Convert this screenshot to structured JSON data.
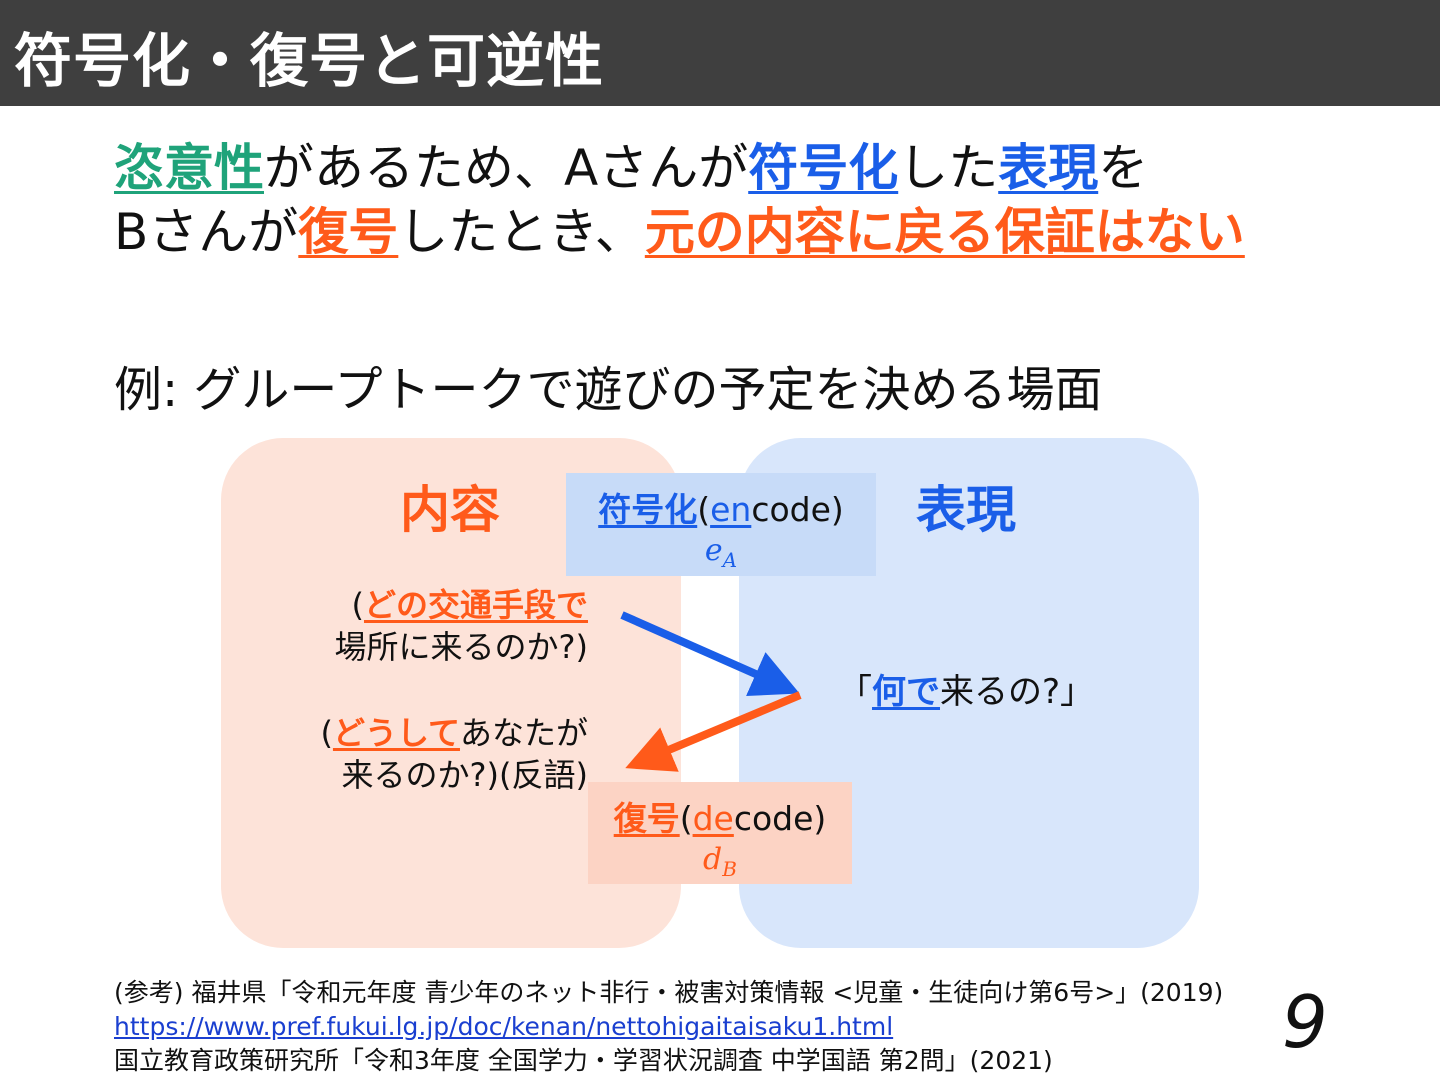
{
  "title": "符号化・復号と可逆性",
  "headline": {
    "line1": [
      {
        "text": "恣意性",
        "style": "green"
      },
      {
        "text": "があるため、Aさんが",
        "style": "plain"
      },
      {
        "text": "符号化",
        "style": "blue"
      },
      {
        "text": "した",
        "style": "plain"
      },
      {
        "text": "表現",
        "style": "blue"
      },
      {
        "text": "を",
        "style": "plain"
      }
    ],
    "line2": [
      {
        "text": "Bさんが",
        "style": "plain"
      },
      {
        "text": "復号",
        "style": "orange"
      },
      {
        "text": "したとき、",
        "style": "plain"
      },
      {
        "text": "元の内容に戻る保証はない",
        "style": "orange"
      }
    ]
  },
  "example": "例: グループトークで遊びの予定を決める場面",
  "diagram": {
    "content_title": "内容",
    "expression_title": "表現",
    "encode": {
      "label": "符号化",
      "paren_open": "(",
      "en": "en",
      "code": "code)",
      "symbol": "e",
      "symbol_sub": "A"
    },
    "decode": {
      "label": "復号",
      "paren_open": "(",
      "de": "de",
      "code": "code)",
      "symbol": "d",
      "symbol_sub": "B"
    },
    "meaning1": {
      "paren": "(",
      "highlight": "どの交通手段で",
      "line2": "場所に来るのか?)"
    },
    "meaning2": {
      "paren": "(",
      "highlight": "どうして",
      "rest": "あなたが",
      "line2": "来るのか?)(反語)"
    },
    "expression": {
      "open": "「",
      "highlight": "何で",
      "rest": "来るの?」"
    }
  },
  "colors": {
    "green": "#1fa37a",
    "blue": "#1a5ee8",
    "orange": "#ff5a1a",
    "title_bar": "#3f3f3f",
    "content_panel": "#fde3d9",
    "expression_panel": "#d8e6fb"
  },
  "references": {
    "line1": "(参考) 福井県「令和元年度 青少年のネット非行・被害対策情報 <児童・生徒向け第6号>」(2019)",
    "link": "https://www.pref.fukui.lg.jp/doc/kenan/nettohigaitaisaku1.html",
    "line3": "国立教育政策研究所「令和3年度 全国学力・学習状況調査 中学国語 第2問」(2021)"
  },
  "page_number": "9"
}
